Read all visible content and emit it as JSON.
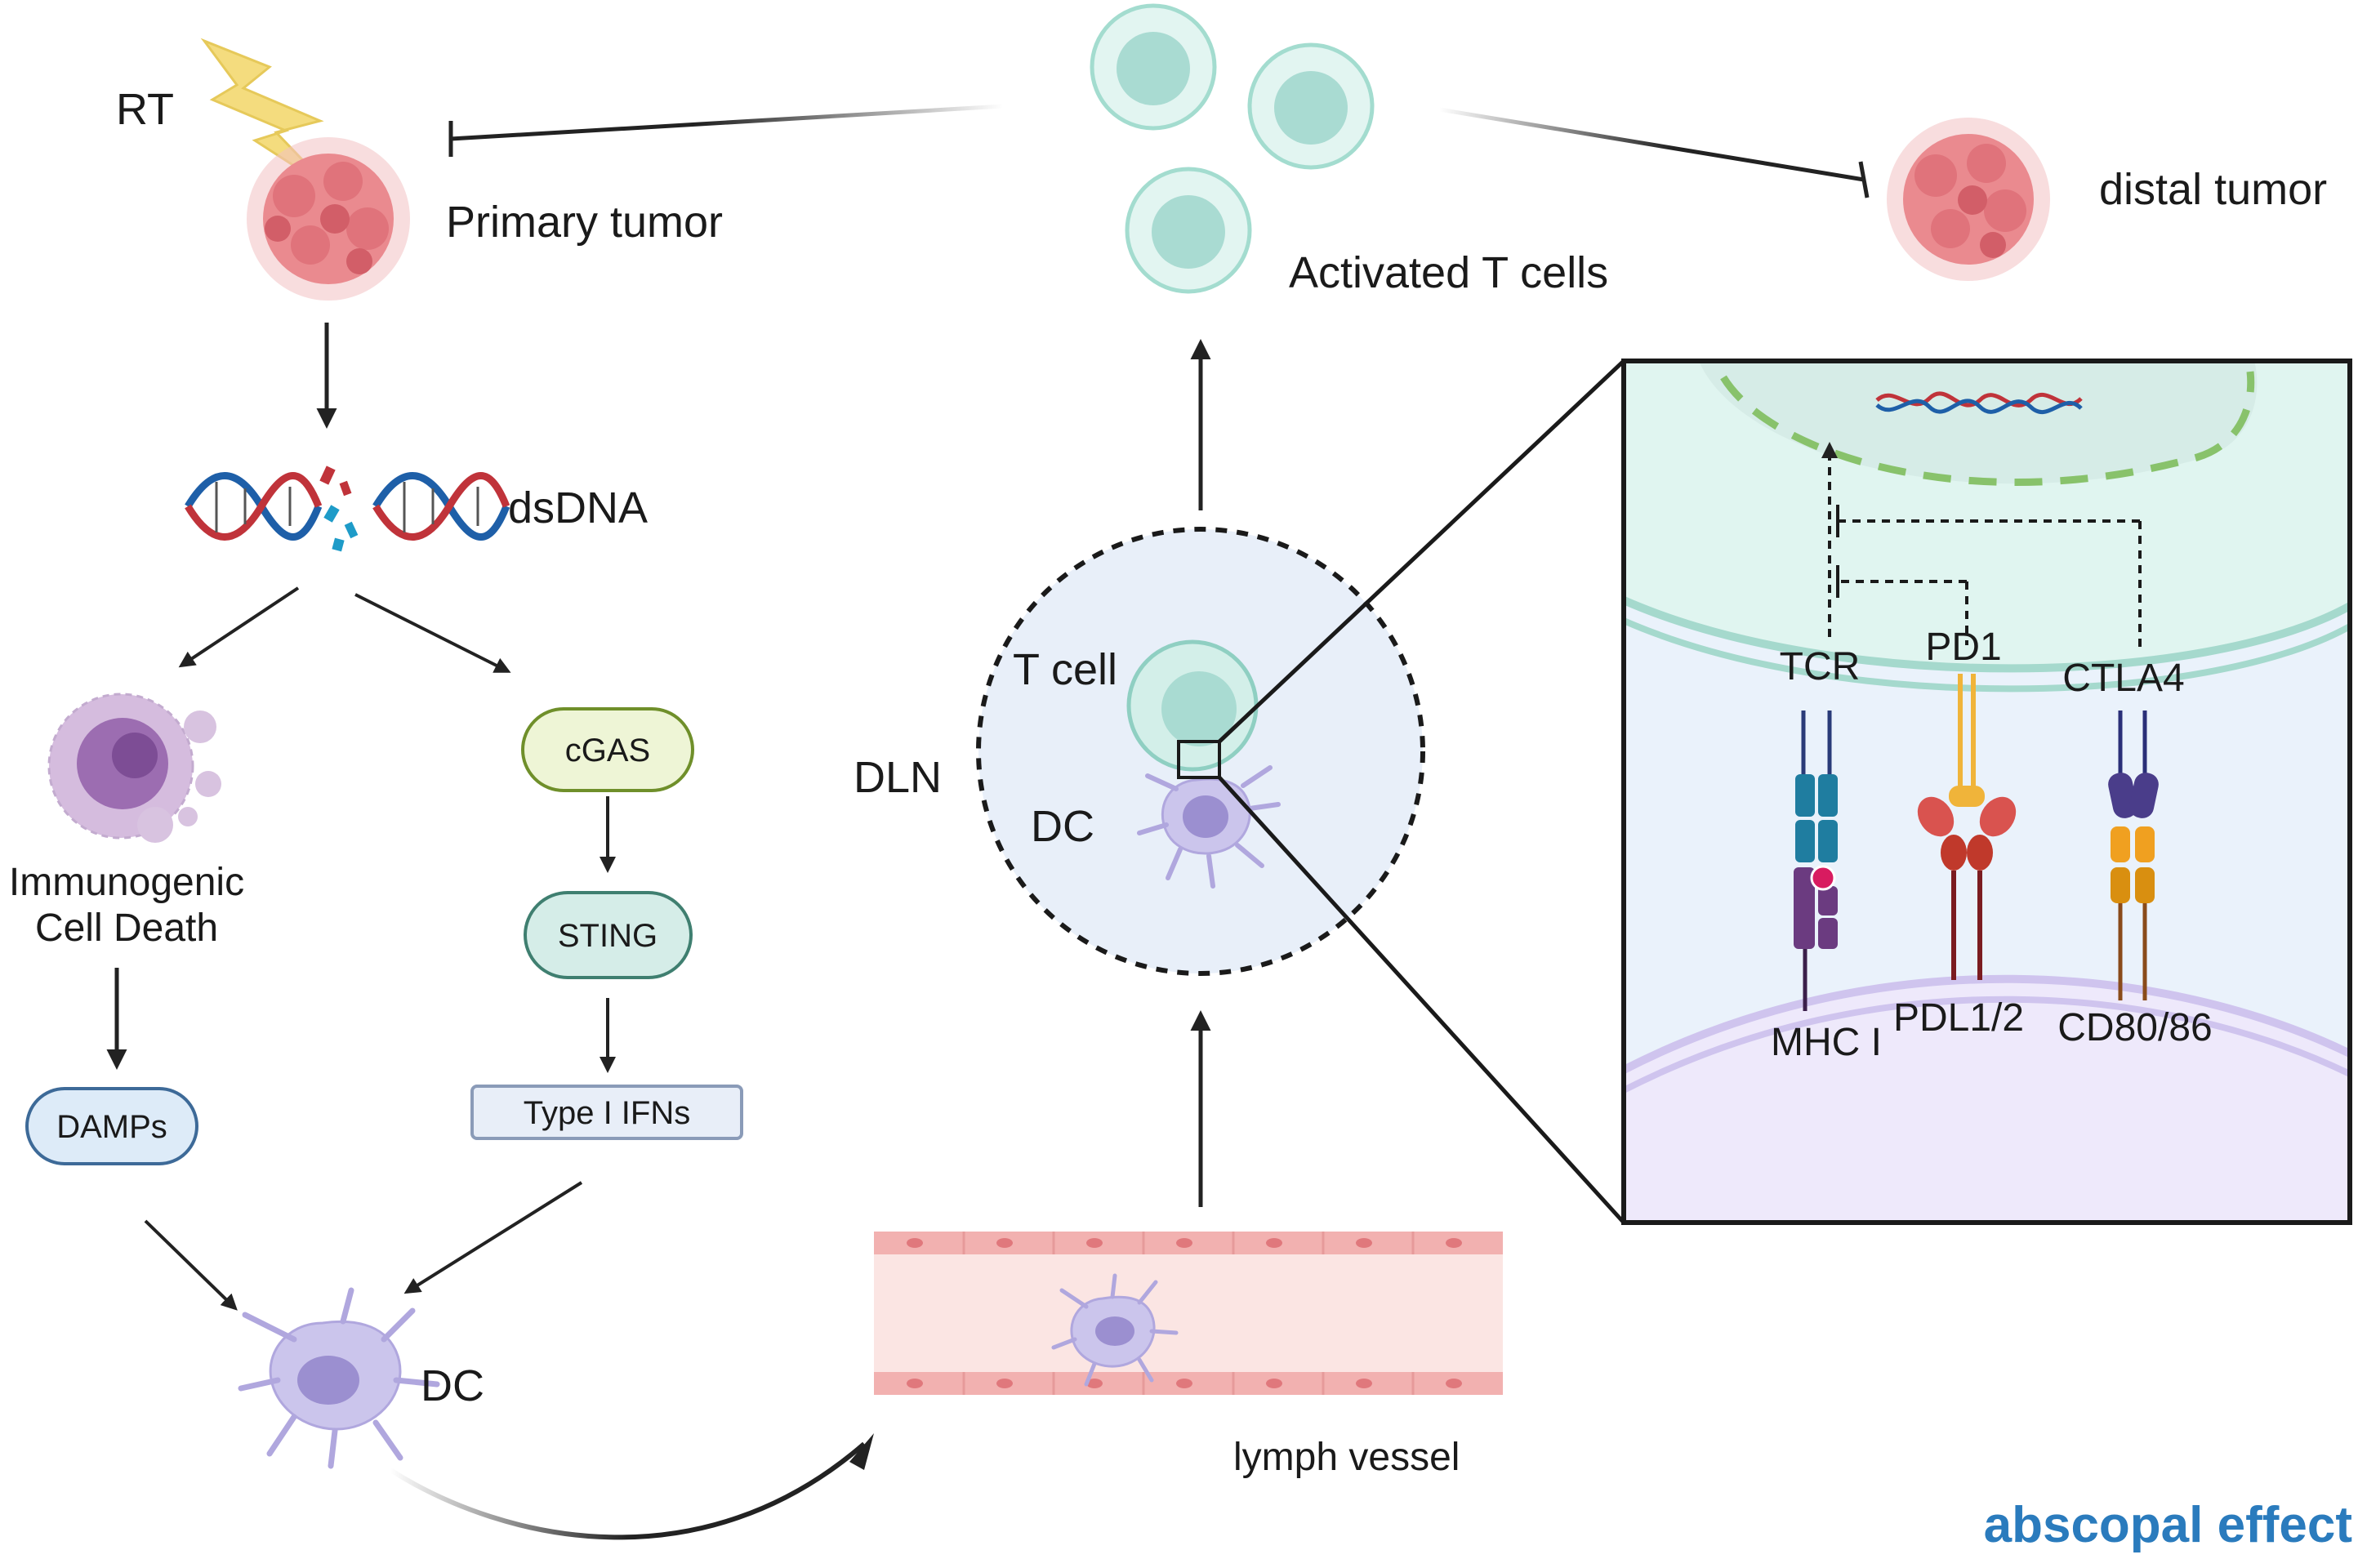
{
  "labels": {
    "rt": "RT",
    "primary_tumor": "Primary tumor",
    "activated_t_cells": "Activated T cells",
    "distal_tumor": "distal tumor",
    "dsdna": "dsDNA",
    "icd_line1": "Immunogenic",
    "icd_line2": "Cell Death",
    "cgas": "cGAS",
    "sting": "STING",
    "type1_ifns": "Type I IFNs",
    "damps": "DAMPs",
    "dc_bottom": "DC",
    "lymph_vessel": "lymph vessel",
    "dln": "DLN",
    "t_cell": "T cell",
    "dc_node": "DC",
    "tcr": "TCR",
    "pd1": "PD1",
    "ctla4": "CTLA4",
    "mhc1": "MHC I",
    "pdl12": "PDL1/2",
    "cd8086": "CD80/86",
    "title": "abscopal effect"
  },
  "colors": {
    "title_blue": "#2a7bbd",
    "cgas_fill": "#eef5d6",
    "cgas_stroke": "#6f8f2a",
    "sting_fill": "#d5ede8",
    "sting_stroke": "#3f7f70",
    "ifn_fill": "#e8eef8",
    "ifn_stroke": "#8a9bb8",
    "damps_fill": "#ddebf8",
    "damps_stroke": "#3d6a98",
    "tcell_fill": "#d3efe9",
    "tcell_stroke": "#8fcfc2",
    "tumor": "#ea8a8f",
    "dc": "#cbc5ec",
    "lymph": "#f7d7d4"
  },
  "icons": {
    "radiation": "lightning-bolt-icon",
    "tumor": "tumor-cell-cluster-icon",
    "dna": "broken-dna-helix-icon",
    "dying_cell": "dying-cell-icon",
    "dendritic_cell": "dendritic-cell-icon",
    "t_cell": "t-cell-icon"
  }
}
